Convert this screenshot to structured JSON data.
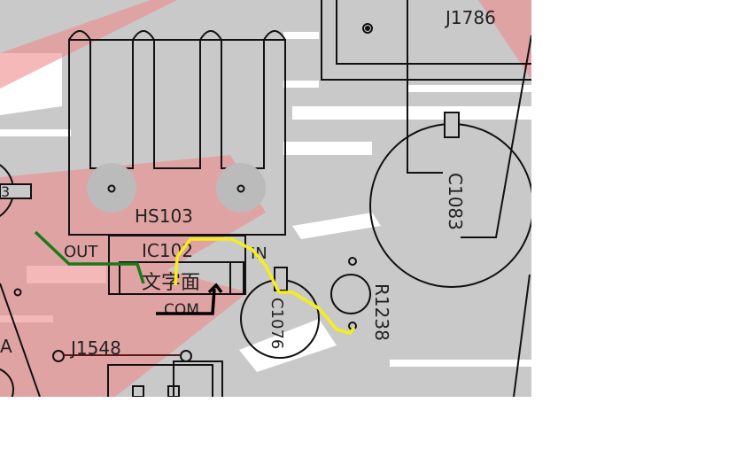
{
  "labels": {
    "j1786": "J1786",
    "c1083": "C1083",
    "hs103": "HS103",
    "ic102": "IC102",
    "out": "OUT",
    "in": "IN",
    "silk_side": "文字面",
    "com": "COM",
    "c1076": "C1076",
    "r1238": "R1238",
    "j1548": "J1548",
    "left_a": "A",
    "left_3": "3"
  },
  "colors": {
    "board": "#c8c8c8",
    "copper_red": "#f08a8a",
    "silk": "#1a1a1a",
    "trace_green": "#1a7a1a",
    "trace_yellow": "#f5ee1a",
    "trace_black": "#000000"
  }
}
